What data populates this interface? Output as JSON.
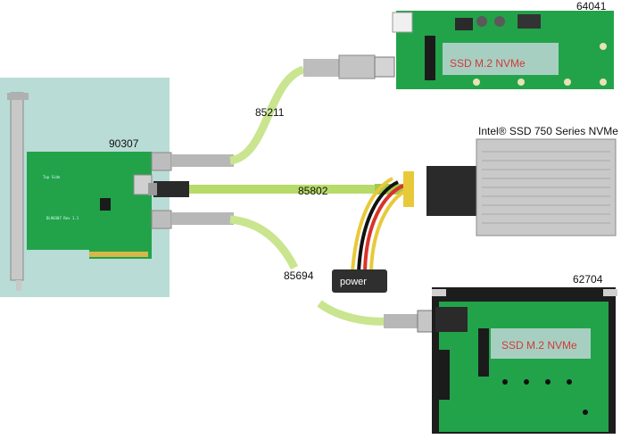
{
  "labels": {
    "p64041": "64041",
    "p90307": "90307",
    "p85211": "85211",
    "p85802": "85802",
    "intel": "Intel® SSD 750 Series NVMe",
    "p85694": "85694",
    "p62704": "62704",
    "power": "power",
    "ssd_top": "SSD M.2 NVMe",
    "ssd_bottom": "SSD M.2 NVMe",
    "top_side": "Top Side"
  },
  "colors": {
    "panel_bg": "#b9dcd6",
    "pcb_green": "#22a34a",
    "cable_green": "#b7db69",
    "bracket": "#c9c9c9"
  }
}
